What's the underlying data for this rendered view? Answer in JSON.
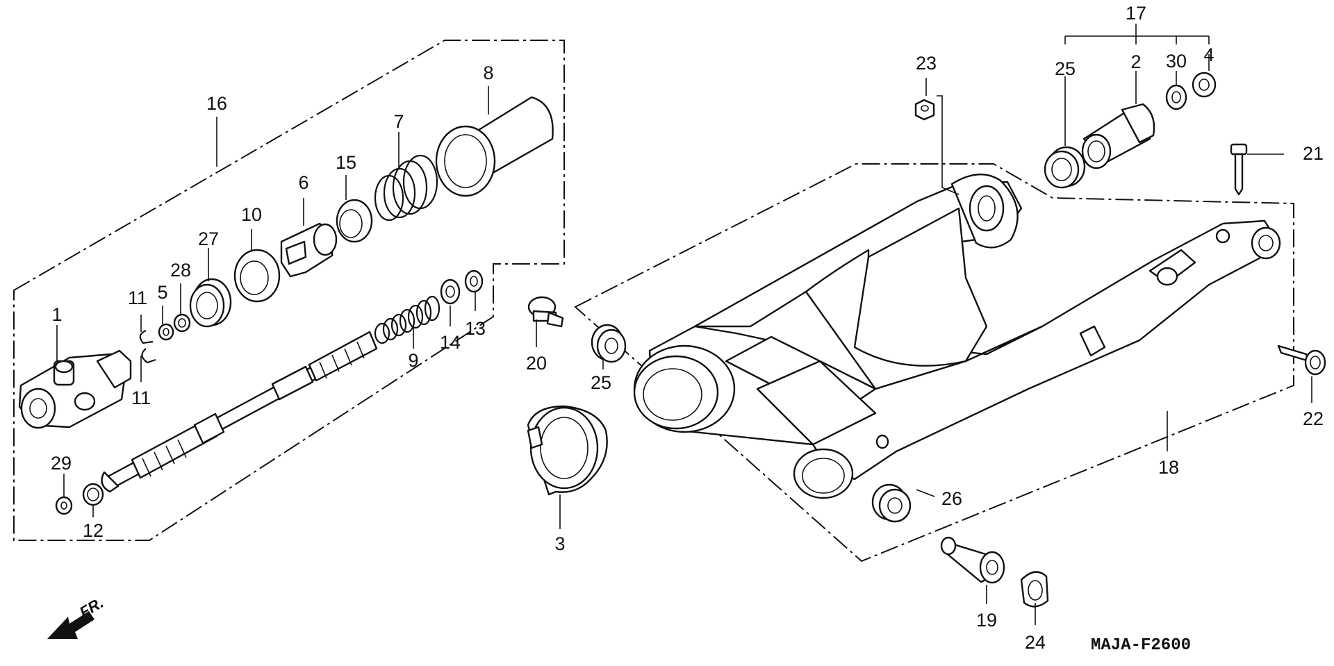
{
  "diagram": {
    "code": "MAJA-F2600",
    "direction_label": "FR.",
    "callouts": [
      "1",
      "2",
      "3",
      "4",
      "5",
      "6",
      "7",
      "8",
      "9",
      "10",
      "11",
      "11",
      "12",
      "13",
      "14",
      "15",
      "16",
      "17",
      "18",
      "19",
      "20",
      "21",
      "22",
      "23",
      "24",
      "25",
      "25",
      "26",
      "27",
      "28",
      "29",
      "30"
    ]
  }
}
